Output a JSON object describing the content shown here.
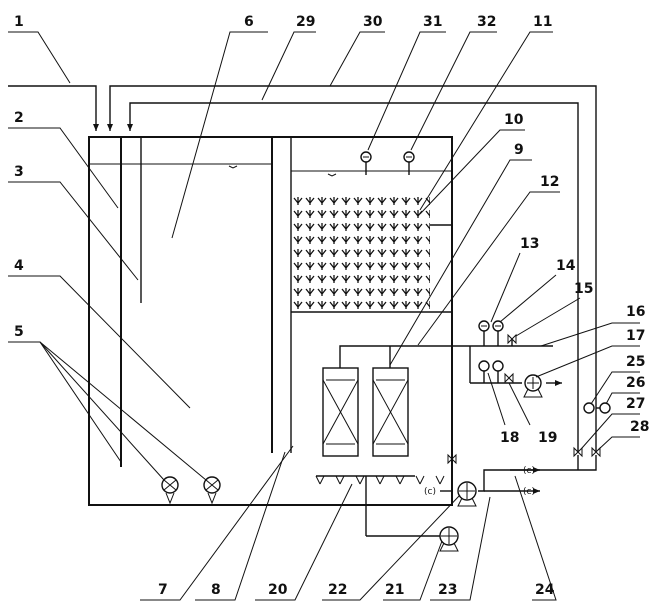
{
  "labels": {
    "l1": "1",
    "l2": "2",
    "l3": "3",
    "l4": "4",
    "l5": "5",
    "l6": "6",
    "l7": "7",
    "l8": "8",
    "l9": "9",
    "l10": "10",
    "l11": "11",
    "l12": "12",
    "l13": "13",
    "l14": "14",
    "l15": "15",
    "l16": "16",
    "l17": "17",
    "l18": "18",
    "l19": "19",
    "l20": "20",
    "l21": "21",
    "l22": "22",
    "l23": "23",
    "l24": "24",
    "l25": "25",
    "l26": "26",
    "l27": "27",
    "l28": "28",
    "l29": "29",
    "l30": "30",
    "l31": "31",
    "l32": "32"
  },
  "inline_marks": {
    "flow_a": "(c)",
    "flow_b": "(c)",
    "flow_c": "(c)"
  },
  "icons": {
    "pump": "circle-with-triangle",
    "valve": "bowtie",
    "gauge": "circle-dial",
    "aerator": "round-diffuser",
    "membrane": "cross-box"
  }
}
